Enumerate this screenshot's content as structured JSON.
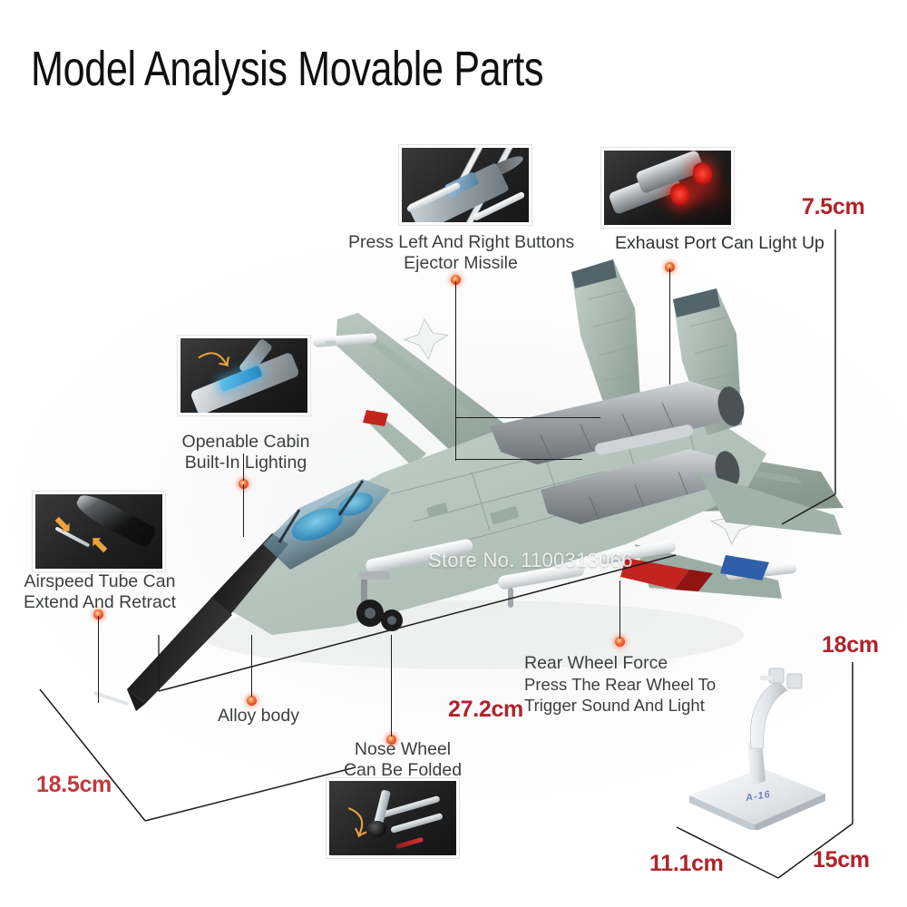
{
  "page": {
    "title": "Model Analysis Movable Parts",
    "watermark": "Store No. 1100313066",
    "stand_marking": "A-16"
  },
  "colors": {
    "dimension_red": "#b0232a",
    "callout_text": "#3c3f41",
    "leader_line": "#1d1d1d",
    "marker_dot": "#e0431f",
    "fuselage": "#9fb0a8",
    "cockpit_glow": "#2f9fd8",
    "exhaust_glow": "#d21a12",
    "arrow_orange": "#e8a33d"
  },
  "features": [
    {
      "id": "ejector-missile",
      "label_lines": [
        "Press Left And Right Buttons",
        "Ejector Missile"
      ],
      "has_inset": true,
      "inset_name": "missile-eject-photo"
    },
    {
      "id": "exhaust-port",
      "label_lines": [
        "Exhaust Port Can Light Up"
      ],
      "has_inset": true,
      "inset_name": "exhaust-glow-photo"
    },
    {
      "id": "openable-cabin",
      "label_lines": [
        "Openable Cabin",
        "Built-In Lighting"
      ],
      "has_inset": true,
      "inset_name": "open-canopy-photo"
    },
    {
      "id": "airspeed-tube",
      "label_lines": [
        "Airspeed Tube Can",
        "Extend And Retract"
      ],
      "has_inset": true,
      "inset_name": "airspeed-tube-photo"
    },
    {
      "id": "alloy-body",
      "label_lines": [
        "Alloy body"
      ],
      "has_inset": false,
      "inset_name": ""
    },
    {
      "id": "nose-wheel",
      "label_lines": [
        "Nose Wheel",
        "Can Be Folded"
      ],
      "has_inset": true,
      "inset_name": "nose-wheel-photo"
    },
    {
      "id": "rear-wheel",
      "label_lines": [
        "Rear Wheel Force",
        "Press The Rear Wheel To",
        "Trigger Sound And Light"
      ],
      "has_inset": false,
      "inset_name": ""
    }
  ],
  "labels": {
    "ejector_l1": "Press Left And Right Buttons",
    "ejector_l2": "Ejector Missile",
    "exhaust_l1": "Exhaust Port Can Light Up",
    "cabin_l1": "Openable Cabin",
    "cabin_l2": "Built-In Lighting",
    "tube_l1": "Airspeed Tube Can",
    "tube_l2": "Extend And Retract",
    "alloy_l1": "Alloy body",
    "nosewheel_l1": "Nose Wheel",
    "nosewheel_l2": "Can Be Folded",
    "rearwheel_l1": "Rear Wheel Force",
    "rearwheel_l2": "Press The Rear Wheel To",
    "rearwheel_l3": "Trigger Sound And Light"
  },
  "dimensions": {
    "model_height": "7.5cm",
    "model_width": "18.5cm",
    "model_length": "27.2cm",
    "stand_height": "18cm",
    "stand_depth": "11.1cm",
    "stand_width": "15cm"
  }
}
